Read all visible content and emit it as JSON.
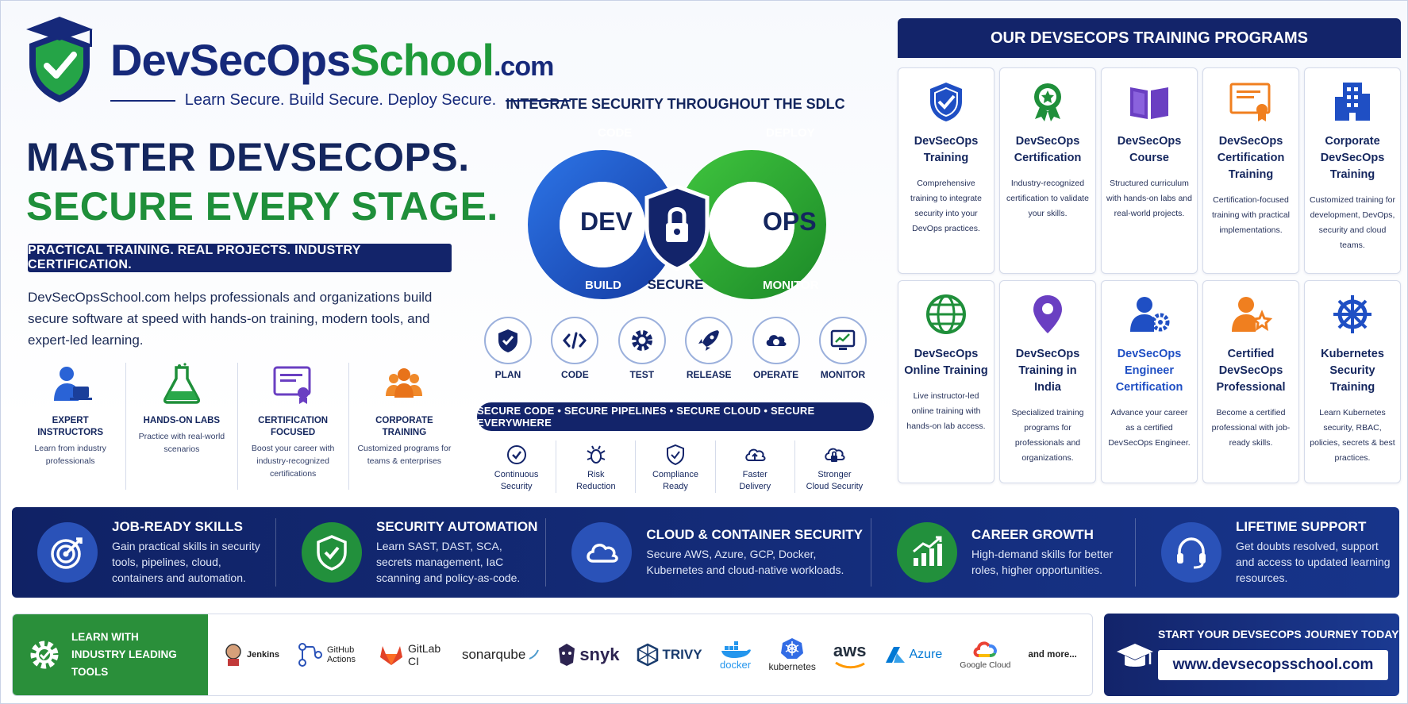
{
  "logo": {
    "brand_1": "DevSecOps",
    "brand_2": "School",
    "brand_3": ".com",
    "tagline": "Learn Secure. Build Secure. Deploy Secure."
  },
  "hero": {
    "line1": "MASTER DEVSECOPS.",
    "line2": "SECURE EVERY STAGE.",
    "pill": "PRACTICAL TRAINING. REAL PROJECTS. INDUSTRY CERTIFICATION.",
    "description": "DevSecOpsSchool.com helps professionals and organizations build secure software at speed with hands-on training, modern tools, and expert-led learning."
  },
  "features": [
    {
      "icon": "instructor-icon",
      "title": "EXPERT INSTRUCTORS",
      "desc": "Learn from industry professionals"
    },
    {
      "icon": "flask-icon",
      "title": "HANDS-ON LABS",
      "desc": "Practice with real-world scenarios"
    },
    {
      "icon": "certificate-icon",
      "title": "CERTIFICATION FOCUSED",
      "desc": "Boost your career with industry-recognized certifications"
    },
    {
      "icon": "team-icon",
      "title": "CORPORATE TRAINING",
      "desc": "Customized programs for teams & enterprises"
    }
  ],
  "center": {
    "title": "INTEGRATE SECURITY THROUGHOUT THE SDLC",
    "loop": {
      "code": "CODE",
      "deploy": "DEPLOY",
      "dev": "DEV",
      "ops": "OPS",
      "build": "BUILD",
      "secure": "SECURE",
      "monitor": "MONITOR"
    },
    "stages": [
      {
        "icon": "shield-check-icon",
        "label": "PLAN"
      },
      {
        "icon": "code-icon",
        "label": "CODE"
      },
      {
        "icon": "gear-icon",
        "label": "TEST"
      },
      {
        "icon": "rocket-icon",
        "label": "RELEASE"
      },
      {
        "icon": "cloud-gear-icon",
        "label": "OPERATE"
      },
      {
        "icon": "monitor-chart-icon",
        "label": "MONITOR"
      }
    ],
    "pill": "SECURE CODE • SECURE PIPELINES • SECURE CLOUD • SECURE EVERYWHERE",
    "benefits": [
      {
        "icon": "check-circle-icon",
        "line1": "Continuous",
        "line2": "Security"
      },
      {
        "icon": "bug-icon",
        "line1": "Risk",
        "line2": "Reduction"
      },
      {
        "icon": "shield-icon",
        "line1": "Compliance",
        "line2": "Ready"
      },
      {
        "icon": "cloud-upload-icon",
        "line1": "Faster",
        "line2": "Delivery"
      },
      {
        "icon": "cloud-lock-icon",
        "line1": "Stronger",
        "line2": "Cloud Security"
      }
    ]
  },
  "programs": {
    "title": "OUR DEVSECOPS TRAINING PROGRAMS",
    "cards": [
      {
        "icon": "shield-check-icon",
        "title": "DevSecOps Training",
        "desc": "Comprehensive training to integrate security into your DevOps practices."
      },
      {
        "icon": "award-icon",
        "title": "DevSecOps Certification",
        "desc": "Industry-recognized certification to validate your skills."
      },
      {
        "icon": "book-icon",
        "title": "DevSecOps Course",
        "desc": "Structured curriculum with hands-on labs and real-world projects."
      },
      {
        "icon": "certificate-icon",
        "title": "DevSecOps Certification Training",
        "desc": "Certification-focused training with practical implementations."
      },
      {
        "icon": "building-icon",
        "title": "Corporate DevSecOps Training",
        "desc": "Customized training for development, DevOps, security and cloud teams."
      },
      {
        "icon": "globe-icon",
        "title": "DevSecOps Online Training",
        "desc": "Live instructor-led online training with hands-on lab access."
      },
      {
        "icon": "location-pin-icon",
        "title": "DevSecOps Training in India",
        "desc": "Specialized training programs for professionals and organizations."
      },
      {
        "icon": "engineer-icon",
        "title": "DevSecOps Engineer Certification",
        "desc": "Advance your career as a certified DevSecOps Engineer."
      },
      {
        "icon": "star-user-icon",
        "title": "Certified DevSecOps Professional",
        "desc": "Become a certified professional with job-ready skills."
      },
      {
        "icon": "helm-icon",
        "title": "Kubernetes Security Training",
        "desc": "Learn Kubernetes security, RBAC, policies, secrets & best practices."
      }
    ]
  },
  "band": [
    {
      "icon": "target-icon",
      "color": "#2a52b8",
      "title": "JOB-READY SKILLS",
      "desc": "Gain practical skills in security tools, pipelines, cloud, containers and automation."
    },
    {
      "icon": "shield-check-icon",
      "color": "#22903c",
      "title": "SECURITY AUTOMATION",
      "desc": "Learn SAST, DAST, SCA, secrets management, IaC scanning and policy-as-code."
    },
    {
      "icon": "cloud-icon",
      "color": "#2a52b8",
      "title": "CLOUD & CONTAINER SECURITY",
      "desc": "Secure AWS, Azure, GCP, Docker, Kubernetes and cloud-native workloads."
    },
    {
      "icon": "growth-chart-icon",
      "color": "#22903c",
      "title": "CAREER GROWTH",
      "desc": "High-demand skills for better roles, higher opportunities."
    },
    {
      "icon": "headset-icon",
      "color": "#2a52b8",
      "title": "LIFETIME SUPPORT",
      "desc": "Get doubts resolved, support and access to updated learning resources."
    }
  ],
  "tools": {
    "head_line1": "LEARN WITH",
    "head_line2": "INDUSTRY LEADING TOOLS",
    "items": [
      {
        "icon": "jenkins-icon",
        "name": "Jenkins"
      },
      {
        "icon": "github-actions-icon",
        "name": "GitHub Actions"
      },
      {
        "icon": "gitlab-icon",
        "name": "GitLab CI"
      },
      {
        "icon": "sonarqube-icon",
        "name": "sonarqube"
      },
      {
        "icon": "snyk-icon",
        "name": "snyk"
      },
      {
        "icon": "trivy-icon",
        "name": "TRIVY"
      },
      {
        "icon": "docker-icon",
        "name": "docker"
      },
      {
        "icon": "kubernetes-icon",
        "name": "kubernetes"
      },
      {
        "icon": "aws-icon",
        "name": "aws"
      },
      {
        "icon": "azure-icon",
        "name": "Azure"
      },
      {
        "icon": "google-cloud-icon",
        "name": "Google Cloud"
      }
    ],
    "more": "and more..."
  },
  "cta": {
    "title": "START YOUR DEVSECOPS JOURNEY TODAY!",
    "url": "www.devsecopsschool.com"
  },
  "colors": {
    "navy": "#13246a",
    "green": "#1f8f3a",
    "blue": "#2a52b8"
  }
}
